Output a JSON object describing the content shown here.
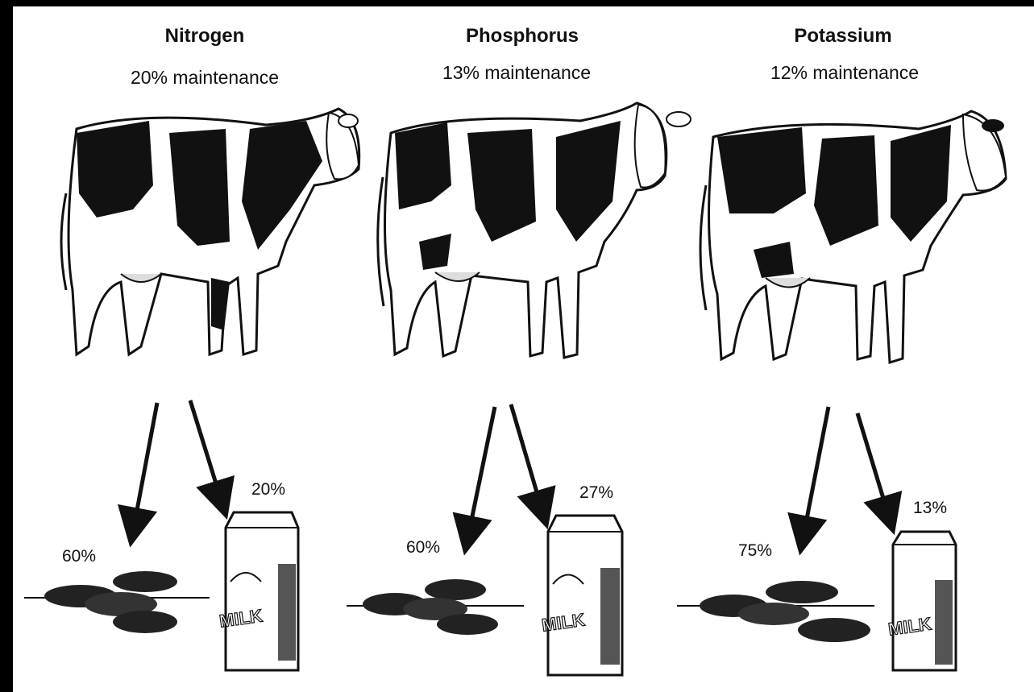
{
  "nutrients": [
    {
      "title": "Nitrogen",
      "maintenance": "20% maintenance",
      "manure_pct": "60%",
      "milk_pct": "20%"
    },
    {
      "title": "Phosphorus",
      "maintenance": "13% maintenance",
      "manure_pct": "60%",
      "milk_pct": "27%"
    },
    {
      "title": "Potassium",
      "maintenance": "12% maintenance",
      "manure_pct": "75%",
      "milk_pct": "13%"
    }
  ],
  "carton_text": "MILK"
}
